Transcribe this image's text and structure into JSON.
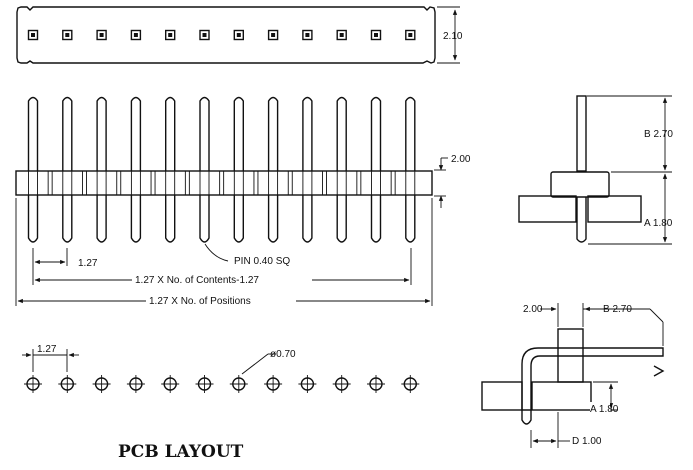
{
  "labels": {
    "top_height": "2.10",
    "housing_height": "2.00",
    "pitch": "1.27",
    "pin_size": "PIN 0.40 SQ",
    "contents_formula": "1.27 X No. of Contents-1.27",
    "positions_formula": "1.27 X No. of Positions",
    "pcb_pitch": "1.27",
    "hole_dia": "ø0.70",
    "pcb_layout_title": "PCB LAYOUT",
    "side_b": "B 2.70",
    "side_a": "A 1.80",
    "ra_width": "2.00",
    "ra_b": "B 2.70",
    "ra_a": "A 1.80",
    "ra_d": "D 1.00"
  },
  "pin_count": 12
}
